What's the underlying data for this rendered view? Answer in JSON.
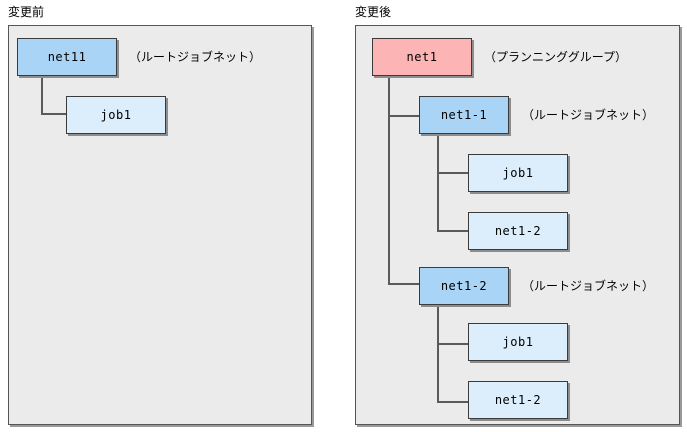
{
  "figure": {
    "before": {
      "heading": "変更前",
      "nodes": [
        {
          "label": "net11",
          "kind": "root-jobnet",
          "color": "#a9d4f5"
        },
        {
          "label": "job1",
          "kind": "job",
          "color": "#dceefc"
        }
      ],
      "annotations": [
        {
          "text": "（ルートジョブネット）",
          "for": "net11"
        }
      ]
    },
    "after": {
      "heading": "変更後",
      "nodes": [
        {
          "label": "net1",
          "kind": "planning-group",
          "color": "#fcb4b4"
        },
        {
          "label": "net1-1",
          "kind": "root-jobnet",
          "color": "#a9d4f5"
        },
        {
          "label": "job1",
          "kind": "job",
          "color": "#dceefc"
        },
        {
          "label": "net1-2",
          "kind": "jobnet",
          "color": "#dceefc"
        },
        {
          "label": "net1-2",
          "kind": "root-jobnet",
          "color": "#a9d4f5"
        },
        {
          "label": "job1",
          "kind": "job",
          "color": "#dceefc"
        },
        {
          "label": "net1-2",
          "kind": "jobnet",
          "color": "#dceefc"
        }
      ],
      "annotations": [
        {
          "text": "（プランニンググループ）",
          "for": "net1"
        },
        {
          "text": "（ルートジョブネット）",
          "for": "net1-1"
        },
        {
          "text": "（ルートジョブネット）",
          "for": "net1-2"
        }
      ]
    }
  },
  "colors": {
    "panel_fill": "#ebebeb",
    "panel_border": "#555555",
    "node_border": "#3b3b3b",
    "connector": "#5a5a5a",
    "blue_mid": "#a9d4f5",
    "blue_light": "#dceefc",
    "pink": "#fcb4b4"
  }
}
